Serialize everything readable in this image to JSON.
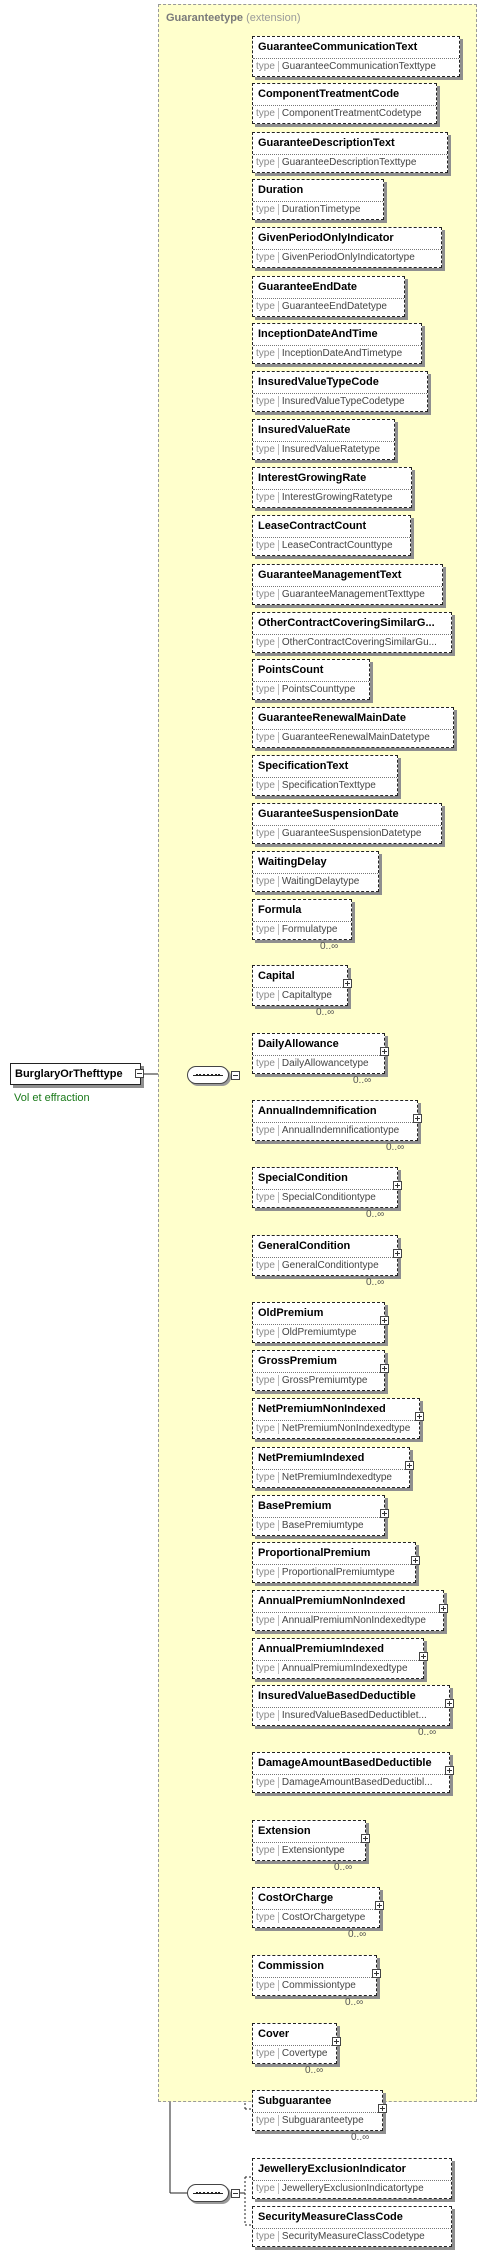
{
  "group": {
    "name": "Guaranteetype",
    "qualifier": "(extension)"
  },
  "root": {
    "name": "BurglaryOrThefttype",
    "doc": "Vol et effraction"
  },
  "type_keyword": "type",
  "group_elements": [
    {
      "name": "GuaranteeCommunicationText",
      "type": "GuaranteeCommunicationTexttype",
      "optional": true,
      "expandable": false,
      "occurs": ""
    },
    {
      "name": "ComponentTreatmentCode",
      "type": "ComponentTreatmentCodetype",
      "optional": true,
      "expandable": false,
      "occurs": ""
    },
    {
      "name": "GuaranteeDescriptionText",
      "type": "GuaranteeDescriptionTexttype",
      "optional": true,
      "expandable": false,
      "occurs": ""
    },
    {
      "name": "Duration",
      "type": "DurationTimetype",
      "optional": true,
      "expandable": false,
      "occurs": ""
    },
    {
      "name": "GivenPeriodOnlyIndicator",
      "type": "GivenPeriodOnlyIndicatortype",
      "optional": true,
      "expandable": false,
      "occurs": ""
    },
    {
      "name": "GuaranteeEndDate",
      "type": "GuaranteeEndDatetype",
      "optional": true,
      "expandable": false,
      "occurs": ""
    },
    {
      "name": "InceptionDateAndTime",
      "type": "InceptionDateAndTimetype",
      "optional": true,
      "expandable": false,
      "occurs": ""
    },
    {
      "name": "InsuredValueTypeCode",
      "type": "InsuredValueTypeCodetype",
      "optional": true,
      "expandable": false,
      "occurs": ""
    },
    {
      "name": "InsuredValueRate",
      "type": "InsuredValueRatetype",
      "optional": true,
      "expandable": false,
      "occurs": ""
    },
    {
      "name": "InterestGrowingRate",
      "type": "InterestGrowingRatetype",
      "optional": true,
      "expandable": false,
      "occurs": ""
    },
    {
      "name": "LeaseContractCount",
      "type": "LeaseContractCounttype",
      "optional": true,
      "expandable": false,
      "occurs": ""
    },
    {
      "name": "GuaranteeManagementText",
      "type": "GuaranteeManagementTexttype",
      "optional": true,
      "expandable": false,
      "occurs": ""
    },
    {
      "name": "OtherContractCoveringSimilarG...",
      "type": "OtherContractCoveringSimilarGu...",
      "optional": true,
      "expandable": false,
      "occurs": ""
    },
    {
      "name": "PointsCount",
      "type": "PointsCounttype",
      "optional": true,
      "expandable": false,
      "occurs": ""
    },
    {
      "name": "GuaranteeRenewalMainDate",
      "type": "GuaranteeRenewalMainDatetype",
      "optional": true,
      "expandable": false,
      "occurs": ""
    },
    {
      "name": "SpecificationText",
      "type": "SpecificationTexttype",
      "optional": true,
      "expandable": false,
      "occurs": ""
    },
    {
      "name": "GuaranteeSuspensionDate",
      "type": "GuaranteeSuspensionDatetype",
      "optional": true,
      "expandable": false,
      "occurs": ""
    },
    {
      "name": "WaitingDelay",
      "type": "WaitingDelaytype",
      "optional": true,
      "expandable": false,
      "occurs": ""
    },
    {
      "name": "Formula",
      "type": "Formulatype",
      "optional": true,
      "expandable": false,
      "occurs": "0..∞"
    },
    {
      "name": "Capital",
      "type": "Capitaltype",
      "optional": true,
      "expandable": true,
      "occurs": "0..∞"
    },
    {
      "name": "DailyAllowance",
      "type": "DailyAllowancetype",
      "optional": true,
      "expandable": true,
      "occurs": "0..∞"
    },
    {
      "name": "AnnualIndemnification",
      "type": "AnnualIndemnificationtype",
      "optional": true,
      "expandable": true,
      "occurs": "0..∞"
    },
    {
      "name": "SpecialCondition",
      "type": "SpecialConditiontype",
      "optional": true,
      "expandable": true,
      "occurs": "0..∞"
    },
    {
      "name": "GeneralCondition",
      "type": "GeneralConditiontype",
      "optional": true,
      "expandable": true,
      "occurs": "0..∞"
    },
    {
      "name": "OldPremium",
      "type": "OldPremiumtype",
      "optional": true,
      "expandable": true,
      "occurs": ""
    },
    {
      "name": "GrossPremium",
      "type": "GrossPremiumtype",
      "optional": true,
      "expandable": true,
      "occurs": ""
    },
    {
      "name": "NetPremiumNonIndexed",
      "type": "NetPremiumNonIndexedtype",
      "optional": true,
      "expandable": true,
      "occurs": ""
    },
    {
      "name": "NetPremiumIndexed",
      "type": "NetPremiumIndexedtype",
      "optional": true,
      "expandable": true,
      "occurs": ""
    },
    {
      "name": "BasePremium",
      "type": "BasePremiumtype",
      "optional": true,
      "expandable": true,
      "occurs": ""
    },
    {
      "name": "ProportionalPremium",
      "type": "ProportionalPremiumtype",
      "optional": true,
      "expandable": true,
      "occurs": ""
    },
    {
      "name": "AnnualPremiumNonIndexed",
      "type": "AnnualPremiumNonIndexedtype",
      "optional": true,
      "expandable": true,
      "occurs": ""
    },
    {
      "name": "AnnualPremiumIndexed",
      "type": "AnnualPremiumIndexedtype",
      "optional": true,
      "expandable": true,
      "occurs": ""
    },
    {
      "name": "InsuredValueBasedDeductible",
      "type": "InsuredValueBasedDeductiblet...",
      "optional": true,
      "expandable": true,
      "occurs": "0..∞"
    },
    {
      "name": "DamageAmountBasedDeductible",
      "type": "DamageAmountBasedDeductibl...",
      "optional": true,
      "expandable": true,
      "occurs": ""
    },
    {
      "name": "Extension",
      "type": "Extensiontype",
      "optional": true,
      "expandable": true,
      "occurs": "0..∞"
    },
    {
      "name": "CostOrCharge",
      "type": "CostOrChargetype",
      "optional": true,
      "expandable": true,
      "occurs": "0..∞"
    },
    {
      "name": "Commission",
      "type": "Commissiontype",
      "optional": true,
      "expandable": true,
      "occurs": "0..∞"
    },
    {
      "name": "Cover",
      "type": "Covertype",
      "optional": true,
      "expandable": true,
      "occurs": "0..∞"
    },
    {
      "name": "Subguarantee",
      "type": "Subguaranteetype",
      "optional": true,
      "expandable": true,
      "occurs": "0..∞"
    }
  ],
  "extension_elements": [
    {
      "name": "JewelleryExclusionIndicator",
      "type": "JewelleryExclusionIndicatortype",
      "optional": true,
      "expandable": false,
      "occurs": ""
    },
    {
      "name": "SecurityMeasureClassCode",
      "type": "SecurityMeasureClassCodetype",
      "optional": true,
      "expandable": false,
      "occurs": ""
    }
  ]
}
